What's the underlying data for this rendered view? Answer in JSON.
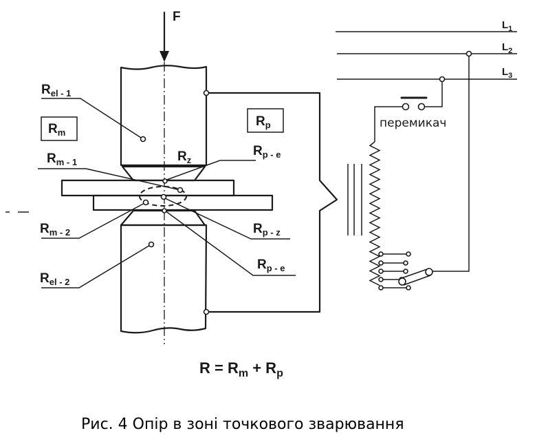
{
  "diagram": {
    "force_label": "F",
    "labels": {
      "rel1": {
        "main": "R",
        "sub": "el - 1"
      },
      "rel2": {
        "main": "R",
        "sub": "el - 2"
      },
      "rm": {
        "main": "R",
        "sub": "m"
      },
      "rp": {
        "main": "R",
        "sub": "p"
      },
      "rm1": {
        "main": "R",
        "sub": "m - 1"
      },
      "rm2": {
        "main": "R",
        "sub": "m - 2"
      },
      "rz": {
        "main": "R",
        "sub": "z"
      },
      "rpe_top": {
        "main": "R",
        "sub": "p - e"
      },
      "rpz": {
        "main": "R",
        "sub": "p - z"
      },
      "rpe_bottom": {
        "main": "R",
        "sub": "p - e"
      }
    },
    "lines": {
      "l1": {
        "main": "L",
        "sub": "1"
      },
      "l2": {
        "main": "L",
        "sub": "2"
      },
      "l3": {
        "main": "L",
        "sub": "3"
      }
    },
    "switch_label": "перемикач",
    "formula": {
      "r": "R",
      "eq": " = ",
      "rm_main": "R",
      "rm_sub": "m",
      "plus": " + ",
      "rp_main": "R",
      "rp_sub": "p"
    }
  },
  "caption": "Рис. 4 Опір в зоні точкового зварювання"
}
